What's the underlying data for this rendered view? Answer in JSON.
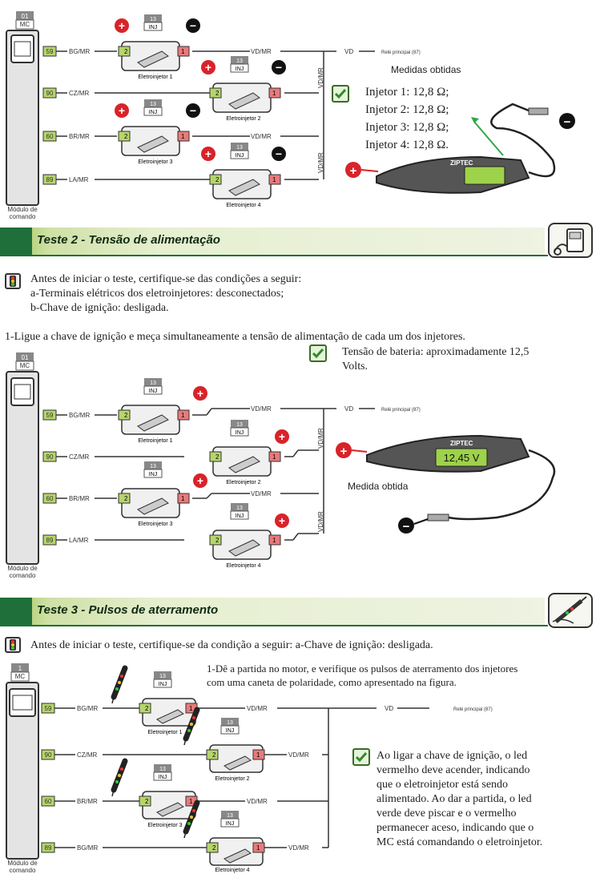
{
  "shared": {
    "mc_num": "01",
    "mc_label": "MC",
    "mc_num_t3": "1",
    "inj_num": "13",
    "inj_label": "INJ",
    "module_label_1": "Módulo de",
    "module_label_2": "comando",
    "pin_59": "59",
    "pin_90": "90",
    "pin_60": "60",
    "pin_89": "89",
    "pin_2": "2",
    "pin_1": "1",
    "wire_bgmr": "BG/MR",
    "wire_czmr": "CZ/MR",
    "wire_brmr": "BR/MR",
    "wire_lamr": "LA/MR",
    "wire_vdmr": "VD/MR",
    "wire_vd": "VD",
    "relay": "Relé principal (87)",
    "inj1": "Eletroinjetor 1",
    "inj2": "Eletroinjetor 2",
    "inj3": "Eletroinjetor 3",
    "inj4": "Eletroinjetor 4",
    "brand": "ZIPTEC",
    "plus": "+",
    "minus": "−"
  },
  "test1": {
    "results_title": "Medidas obtidas",
    "results": [
      "Injetor 1: 12,8 Ω;",
      "Injetor 2: 12,8 Ω;",
      "Injetor 3: 12,8 Ω;",
      "Injetor 4: 12,8 Ω."
    ]
  },
  "test2": {
    "title": "Teste 2 - Tensão de alimentação",
    "pre_1": "Antes de iniciar o teste, certifique-se das condições a seguir:",
    "pre_2": "a-Terminais elétricos dos eletroinjetores: desconectados;",
    "pre_3": "b-Chave de ignição: desligada.",
    "step_1": "1-Ligue a chave de ignição e meça simultaneamente a tensão de alimentação de cada um dos injetores.",
    "result_1": "Tensão de bateria: aproximadamente 12,5",
    "result_2": "Volts.",
    "meter_reading": "12,45 V",
    "meter_caption": "Medida obtida"
  },
  "test3": {
    "title": "Teste 3 - Pulsos de aterramento",
    "pre_1": "Antes de iniciar o teste, certifique-se da condição a seguir: a-Chave de ignição: desligada.",
    "step_1a": "1-Dê a partida no motor, e verifique os pulsos de aterramento dos injetores",
    "step_1b": "com uma caneta de polaridade, como apresentado na figura.",
    "wire_bgmr_4": "BG/MR",
    "result_lines": [
      "Ao ligar a chave de ignição, o led",
      "vermelho deve acender, indicando",
      "que o eletroinjetor está sendo",
      "alimentado. Ao dar a partida, o led",
      "verde deve piscar e o vermelho",
      "permanecer aceso, indicando que o",
      "MC está comandando o eletroinjetor."
    ]
  },
  "colors": {
    "section_dark": "#1f6f3a",
    "section_light": "#8fbf3a",
    "pin_green": "#b6d56b",
    "pin_red": "#e97a7a",
    "plus_red": "#d8232a",
    "lcd": "#9ed24a"
  }
}
